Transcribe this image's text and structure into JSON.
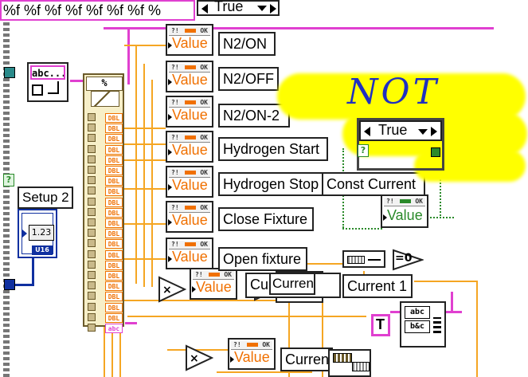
{
  "format_string": "%f %f %f %f %f %f %f %",
  "top_case_selector": "True",
  "yellow_case_selector": "True",
  "handwritten_note": "NOT",
  "cluster_header": "%",
  "cluster_items": [
    "DBL",
    "DBL",
    "DBL",
    "DBL",
    "DBL",
    "DBL",
    "DBL",
    "DBL",
    "DBL",
    "DBL",
    "DBL",
    "DBL",
    "DBL",
    "DBL",
    "DBL",
    "DBL",
    "DBL",
    "DBL",
    "DBL",
    "DBL",
    "abc"
  ],
  "property_value_label": "Value",
  "labels": {
    "n2_on": "N2/ON",
    "n2_off": "N2/OFF",
    "n2_on_2": "N2/ON-2",
    "hydrogen_start": "Hydrogen Start",
    "hydrogen_stop": "Hydrogen Stop",
    "const_current": "Const Current",
    "close_fixture": "Close Fixture",
    "open_fixture": "Open fixture",
    "current_2": "Current 2",
    "current_1": "Current 1",
    "current_partial": "Curren",
    "current_overlapped": "Current"
  },
  "setup": {
    "label": "Setup 2",
    "value": "1.23",
    "units": "U16"
  },
  "string_const": "abc...",
  "bool_const": "T",
  "question_mark": "?",
  "equals_zero": "=0",
  "bundle_text": [
    "abc",
    "b&c"
  ],
  "colors": {
    "wire_double": "#f5a623",
    "wire_string": "#e040d0",
    "wire_int": "#1030a0",
    "wire_bool": "#2a8a2a",
    "highlight": "#ffff00"
  }
}
